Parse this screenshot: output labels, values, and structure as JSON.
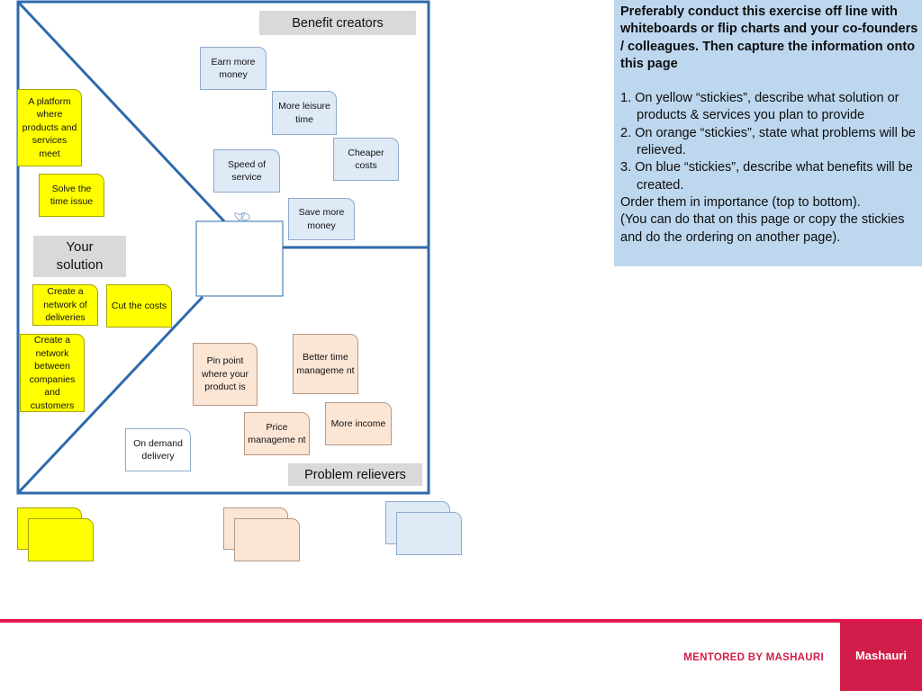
{
  "canvas": {
    "labels": {
      "benefit_creators": "Benefit creators",
      "your_solution": "Your solution",
      "problem_relievers": "Problem relievers"
    },
    "colors": {
      "frame": "#2e6aad",
      "label_bg": "#d9d9d9",
      "sticky_yellow": "#ffff00",
      "sticky_blue": "#deeaf6",
      "sticky_orange": "#fbe5d5"
    }
  },
  "yellow_stickies": [
    {
      "id": "platform",
      "text": "A platform where products and services meet"
    },
    {
      "id": "solve-time",
      "text": "Solve the time issue"
    },
    {
      "id": "network-deliveries",
      "text": "Create a network of deliveries"
    },
    {
      "id": "cut-costs",
      "text": "Cut the costs"
    },
    {
      "id": "network-companies",
      "text": "Create a network between companies and customers"
    }
  ],
  "blue_stickies": [
    {
      "id": "earn-money",
      "text": "Earn more money"
    },
    {
      "id": "leisure-time",
      "text": "More leisure time"
    },
    {
      "id": "cheaper-costs",
      "text": "Cheaper costs"
    },
    {
      "id": "speed-service",
      "text": "Speed of service"
    },
    {
      "id": "save-money",
      "text": "Save more money"
    }
  ],
  "orange_stickies": [
    {
      "id": "pin-point",
      "text": "Pin point where your product is"
    },
    {
      "id": "time-management",
      "text": "Better time manageme nt"
    },
    {
      "id": "more-income",
      "text": "More income"
    },
    {
      "id": "price-management",
      "text": "Price manageme nt"
    }
  ],
  "on_demand_sticky": {
    "text": "On demand delivery"
  },
  "instructions": {
    "intro": "Preferably conduct this exercise off line with whiteboards or flip charts and your co-founders / colleagues. Then capture the information onto this page",
    "steps": [
      "1. On yellow “stickies”, describe what solution or  products & services you plan to provide",
      "2. On orange “stickies”, state what problems will be relieved.",
      "3. On blue  “stickies”, describe what benefits will be created."
    ],
    "order_note": "Order them in importance (top to bottom).",
    "copy_note": "(You can do that on this page or copy the stickies and do the ordering on another page)."
  },
  "footer": {
    "mentored": "MENTORED BY MASHAURI",
    "logo": "Mashauri"
  }
}
